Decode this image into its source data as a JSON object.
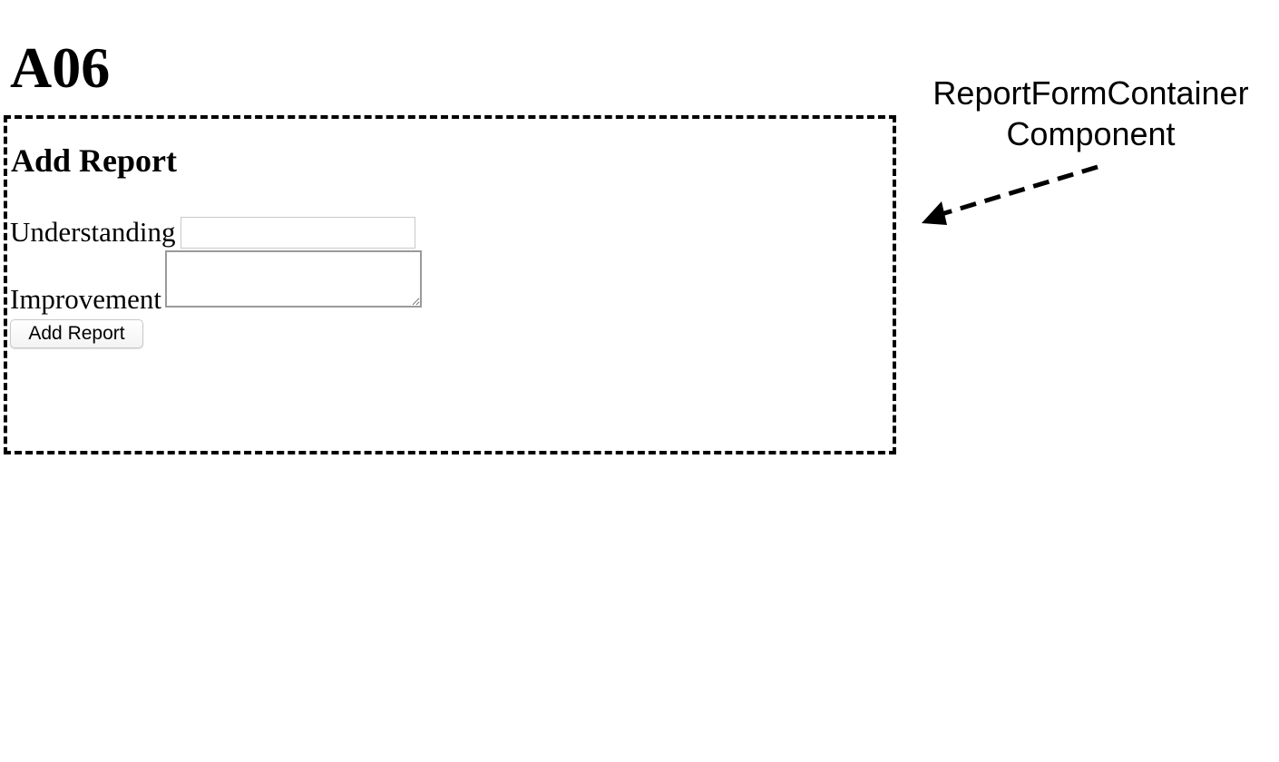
{
  "page": {
    "title": "A06"
  },
  "form": {
    "heading": "Add Report",
    "fields": {
      "understanding": {
        "label": "Understanding",
        "value": "",
        "placeholder": ""
      },
      "improvement": {
        "label": "Improvement",
        "value": "",
        "placeholder": ""
      }
    },
    "submit_label": "Add Report"
  },
  "annotation": {
    "line1": "ReportFormContainer",
    "line2": "Component",
    "arrow_icon": "dashed-arrow-left-icon"
  },
  "colors": {
    "outline": "#000000",
    "background": "#ffffff"
  }
}
